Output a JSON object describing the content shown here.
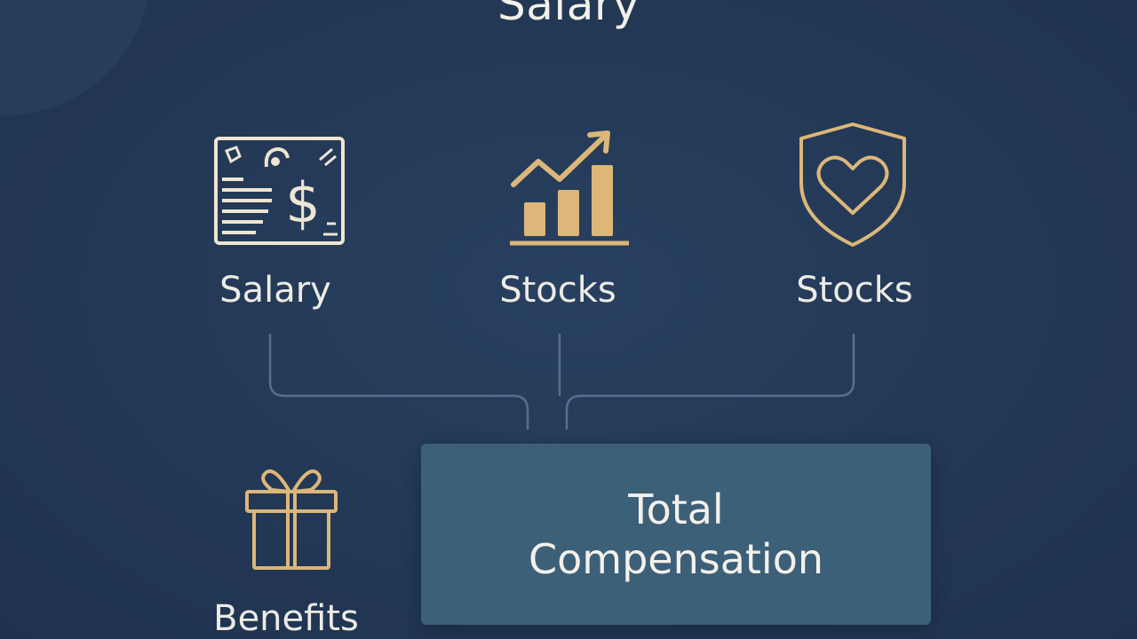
{
  "diagram": {
    "title": "Salary",
    "components": [
      {
        "label": "Salary",
        "icon": "salary-document-icon"
      },
      {
        "label": "Stocks",
        "icon": "growth-chart-icon"
      },
      {
        "label": "Stocks",
        "icon": "heart-shield-icon"
      },
      {
        "label": "Benefits",
        "icon": "gift-box-icon"
      }
    ],
    "total": {
      "line1": "Total",
      "line2": "Compensation"
    },
    "colors": {
      "background": "#233855",
      "icon_gold": "#dcb779",
      "icon_cream": "#eee6d2",
      "connector": "#55708d",
      "total_box": "#3d6079",
      "text": "#ecebe5"
    }
  }
}
